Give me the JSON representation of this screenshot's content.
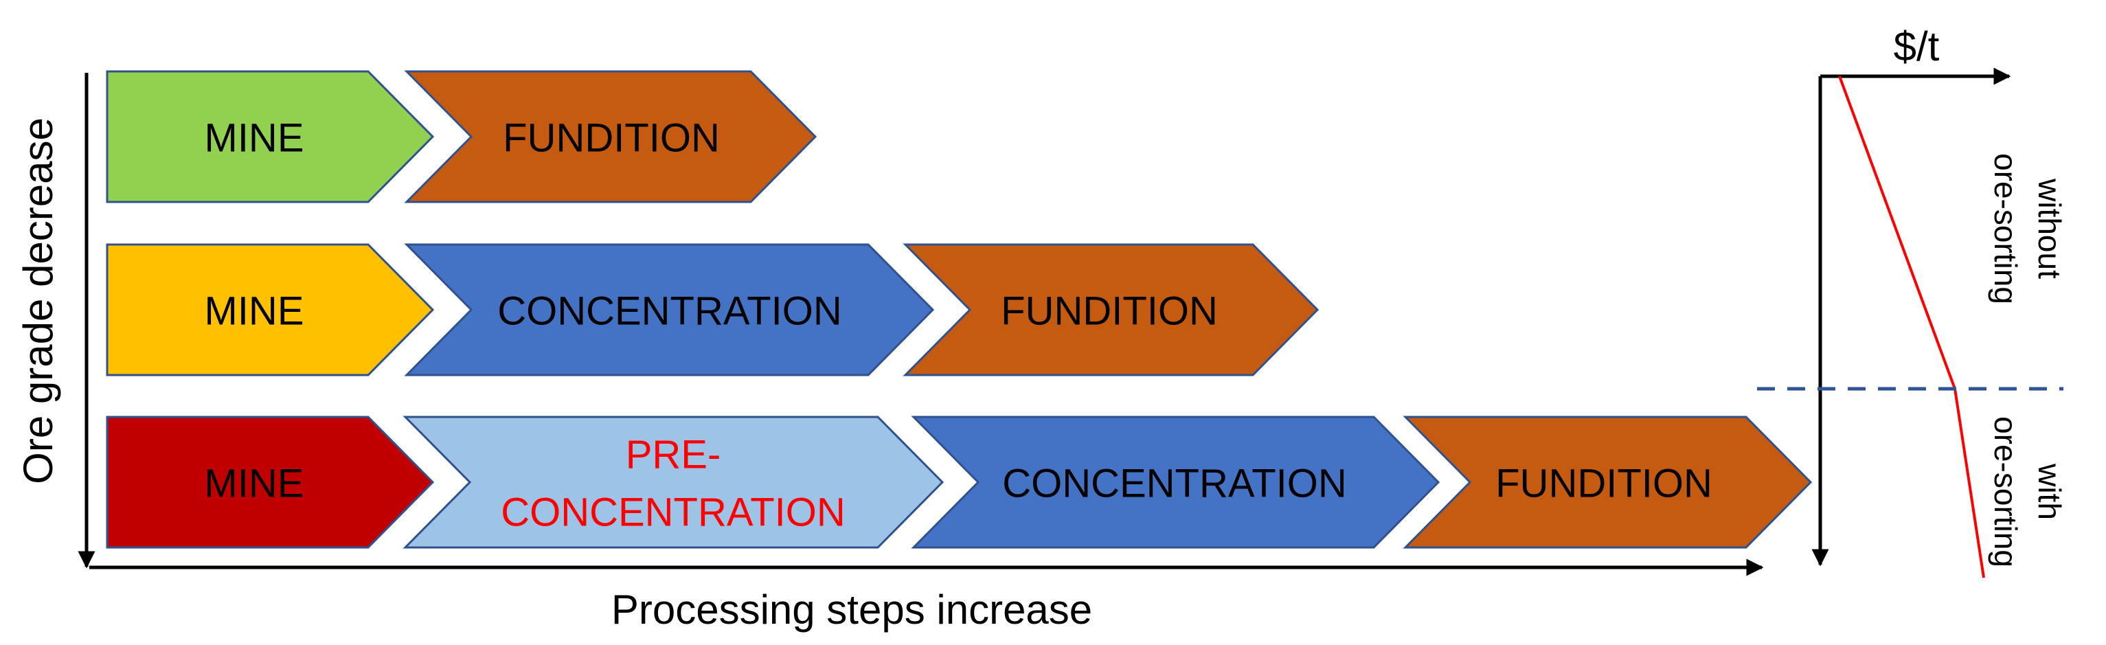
{
  "axes": {
    "y_label": "Ore grade decrease",
    "x_label": "Processing steps increase",
    "cost_label": "$/t"
  },
  "rows": [
    {
      "steps": [
        {
          "label": "MINE",
          "fill": "#92D050"
        },
        {
          "label": "FUNDITION",
          "fill": "#C55A11"
        }
      ]
    },
    {
      "steps": [
        {
          "label": "MINE",
          "fill": "#FFC000"
        },
        {
          "label": "CONCENTRATION",
          "fill": "#4472C4"
        },
        {
          "label": "FUNDITION",
          "fill": "#C55A11"
        }
      ]
    },
    {
      "steps": [
        {
          "label": "MINE",
          "fill": "#C00000"
        },
        {
          "label_line1": "PRE-",
          "label_line2": "CONCENTRATION",
          "fill": "#9DC3E6",
          "text_color": "#FF0000"
        },
        {
          "label": "CONCENTRATION",
          "fill": "#4472C4"
        },
        {
          "label": "FUNDITION",
          "fill": "#C55A11"
        }
      ]
    }
  ],
  "cost_panel": {
    "upper_label_line1": "without",
    "upper_label_line2": "ore-sorting",
    "lower_label_line1": "with",
    "lower_label_line2": "ore-sorting",
    "line_color": "#FF0000",
    "divider_color": "#2F5597"
  },
  "colors": {
    "arrow_stroke": "#2F528F",
    "axis": "#000000"
  }
}
